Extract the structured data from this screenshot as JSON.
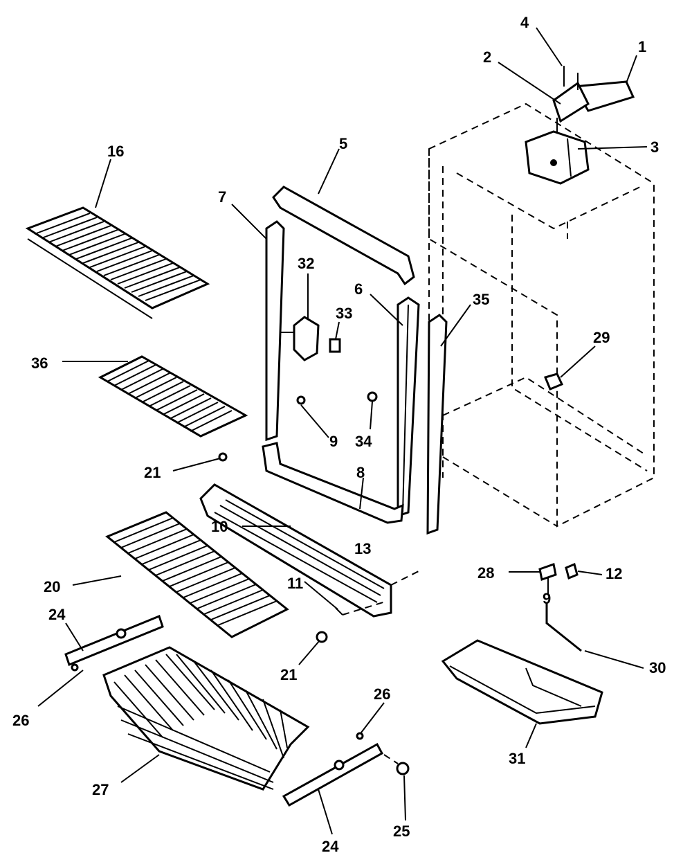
{
  "callouts": {
    "c1": "1",
    "c2": "2",
    "c3": "3",
    "c4": "4",
    "c5": "5",
    "c6": "6",
    "c7": "7",
    "c8": "8",
    "c9a": "9",
    "c9b": "9",
    "c10": "10",
    "c11": "11",
    "c12": "12",
    "c13": "13",
    "c16": "16",
    "c20": "20",
    "c21a": "21",
    "c21b": "21",
    "c24a": "24",
    "c24b": "24",
    "c25": "25",
    "c26a": "26",
    "c26b": "26",
    "c27": "27",
    "c28": "28",
    "c29": "29",
    "c30": "30",
    "c31": "31",
    "c32": "32",
    "c33": "33",
    "c34": "34",
    "c35": "35",
    "c36": "36"
  }
}
